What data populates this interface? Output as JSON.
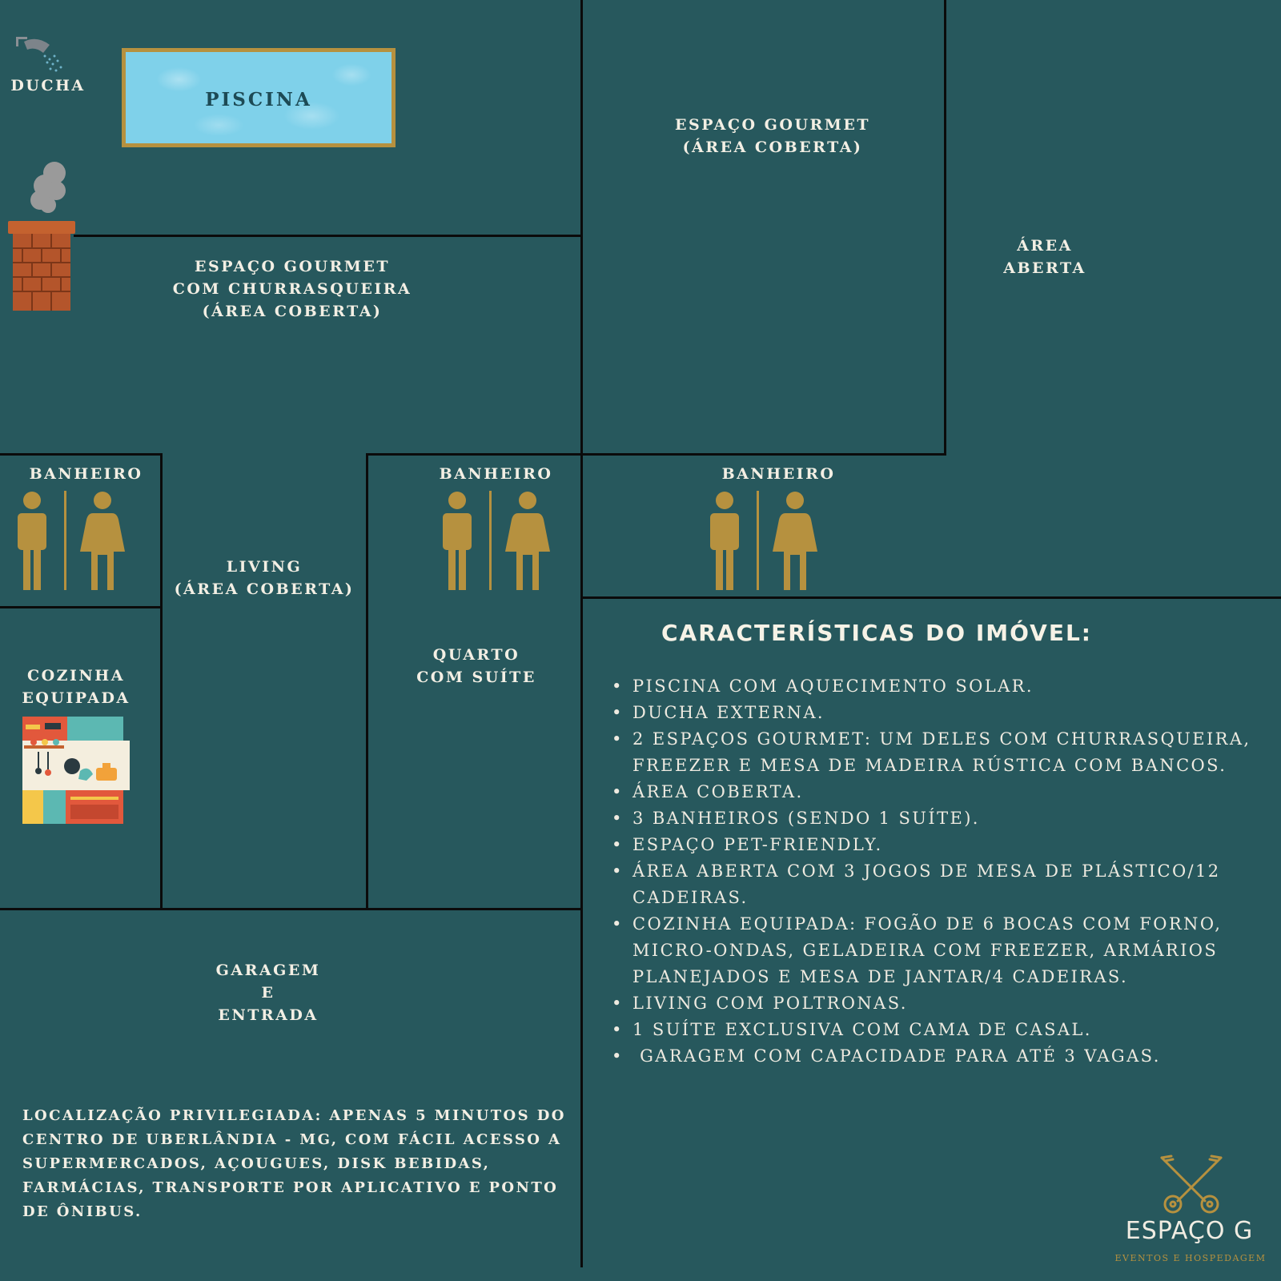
{
  "rooms": {
    "ducha": [
      "DUCHA"
    ],
    "piscina": "PISCINA",
    "gourmet_top": [
      "ESPAÇO GOURMET",
      "(ÁREA COBERTA)"
    ],
    "area_aberta": [
      "ÁREA",
      "ABERTA"
    ],
    "gourmet_churrasqueira": [
      "ESPAÇO GOURMET",
      "COM CHURRASQUEIRA",
      "(ÁREA COBERTA)"
    ],
    "banheiro_1": [
      "BANHEIRO"
    ],
    "banheiro_2": [
      "BANHEIRO"
    ],
    "banheiro_3": [
      "BANHEIRO"
    ],
    "living": [
      "LIVING",
      "(ÁREA COBERTA)"
    ],
    "quarto": [
      "QUARTO",
      "COM SUÍTE"
    ],
    "cozinha": [
      "COZINHA",
      "EQUIPADA"
    ],
    "garagem": [
      "GARAGEM",
      "E",
      "ENTRADA"
    ]
  },
  "features_title": "CARACTERÍSTICAS DO IMÓVEL:",
  "features": [
    "PISCINA COM AQUECIMENTO SOLAR.",
    "DUCHA EXTERNA.",
    "2 ESPAÇOS GOURMET: UM DELES COM CHURRASQUEIRA, FREEZER E MESA DE MADEIRA RÚSTICA COM BANCOS.",
    "ÁREA COBERTA.",
    "3 BANHEIROS (SENDO 1 SUÍTE).",
    "ESPAÇO PET-FRIENDLY.",
    "ÁREA ABERTA COM 3 JOGOS DE MESA DE PLÁSTICO/12 CADEIRAS.",
    "COZINHA EQUIPADA: FOGÃO DE 6 BOCAS COM FORNO, MICRO-ONDAS, GELADEIRA COM FREEZER, ARMÁRIOS PLANEJADOS E MESA DE JANTAR/4 CADEIRAS.",
    "LIVING COM POLTRONAS.",
    "1 SUÍTE EXCLUSIVA COM CAMA DE CASAL.",
    " GARAGEM COM CAPACIDADE PARA ATÉ 3 VAGAS."
  ],
  "location": "LOCALIZAÇÃO PRIVILEGIADA: APENAS 5 MINUTOS DO CENTRO DE UBERLÂNDIA - MG, COM FÁCIL ACESSO A SUPERMERCADOS, AÇOUGUES, DISK BEBIDAS, FARMÁCIAS, TRANSPORTE POR APLICATIVO E PONTO DE ÔNIBUS.",
  "brand": {
    "name": "ESPAÇO G",
    "tagline": "EVENTOS E HOSPEDAGEM"
  },
  "icons": {
    "shower": "shower-icon",
    "chimney": "chimney-icon",
    "restroom": "restroom-icon",
    "kitchen": "kitchen-icon",
    "logo": "crossed-keys-icon"
  },
  "colors": {
    "background": "#27585d",
    "wall": "#0b0b0b",
    "gold": "#b6913f",
    "pool": "#7fd1ea",
    "text": "#f3efe4"
  }
}
